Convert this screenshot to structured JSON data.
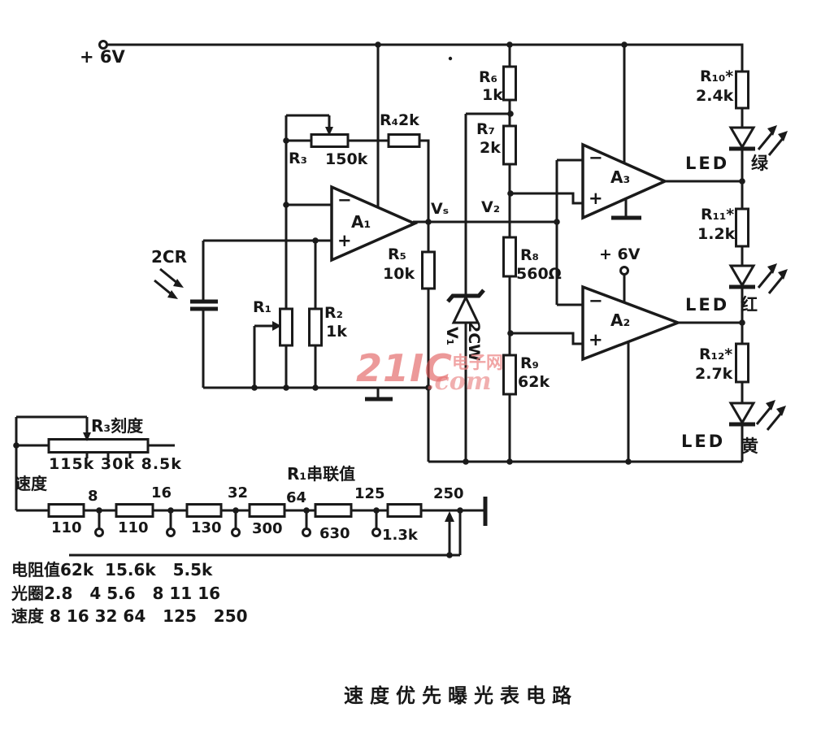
{
  "title": "速度优先曝光表电路",
  "watermark": {
    "brand": "21IC",
    "site_cn": "电子网",
    "dot_com": ".com"
  },
  "power": {
    "main_label": "+ 6V",
    "a2_label": "+ 6V"
  },
  "opamps": {
    "a1": "A₁",
    "a2": "A₂",
    "a3": "A₃",
    "minus": "−",
    "plus": "+"
  },
  "nodes": {
    "vs": "Vₛ",
    "v2": "V₂"
  },
  "components": {
    "photodiode": "2CR",
    "zener_name": "V₁",
    "zener_type": "2CW",
    "r1": "R₁",
    "r2": "R₂",
    "r2_value": "1k",
    "r3": "R₃",
    "r3_value": "150k",
    "r4": "R₄",
    "r4_value": "2k",
    "r5": "R₅",
    "r5_value": "10k",
    "r6": "R₆",
    "r6_value": "1k",
    "r7": "R₇",
    "r7_value": "2k",
    "r8": "R₈",
    "r8_value": "560Ω",
    "r9": "R₉",
    "r9_value": "62k",
    "r10": "R₁₀*",
    "r10_value": "2.4k",
    "r11": "R₁₁*",
    "r11_value": "1.2k",
    "r12": "R₁₂*",
    "r12_value": "2.7k"
  },
  "leds": {
    "label": "LED",
    "green": "绿",
    "red": "红",
    "yellow": "黄"
  },
  "speed_block": {
    "r3_scale_label": "R₃刻度",
    "scale_values": "115k 30k 8.5k",
    "speed_label": "速度",
    "r1_series_label": "R₁串联值",
    "taps": [
      "8",
      "16",
      "32",
      "64",
      "125",
      "250"
    ],
    "resistor_values": [
      "110",
      "110",
      "130",
      "300",
      "630",
      "1.3k"
    ]
  },
  "table": {
    "row_resistance": "电阻值62k  15.6k   5.5k",
    "row_aperture": "光圈2.8   4 5.6   8 11 16",
    "row_speed": "速度 8 16 32 64   125   250"
  }
}
